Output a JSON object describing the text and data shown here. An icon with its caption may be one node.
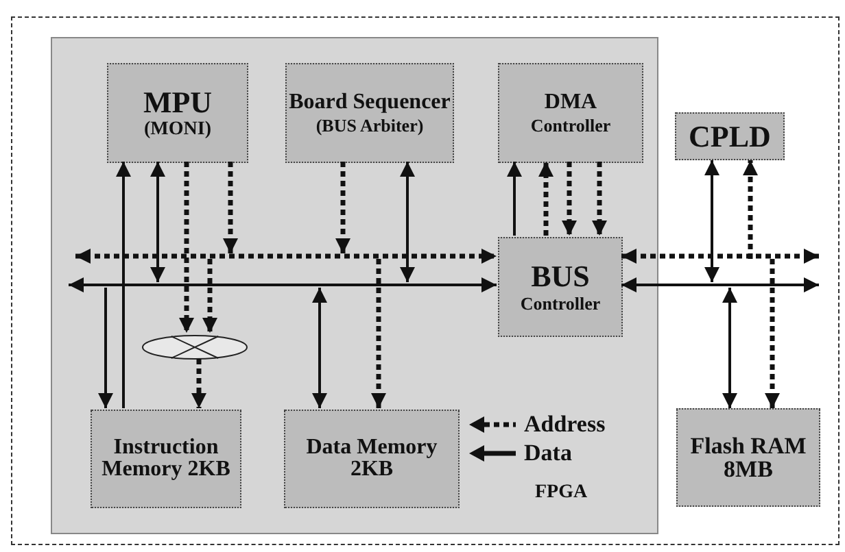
{
  "diagram": {
    "nodes": [
      {
        "text": [
          "FPGA"
        ]
      },
      {
        "text": [
          "MPU",
          "(MONI)"
        ],
        "in": 0
      },
      {
        "text": [
          "Board Sequencer",
          "(BUS Arbiter)"
        ],
        "in": 0
      },
      {
        "text": [
          "DMA",
          "Controller"
        ],
        "in": 0
      },
      {
        "text": [
          "BUS",
          "Controller"
        ],
        "in": 0
      },
      {
        "text": [
          "Instruction Memory 2KB"
        ],
        "in": 0
      },
      {
        "text": [
          "Data Memory 2KB"
        ],
        "in": 0
      },
      {
        "text": [],
        "shape": "ellipse",
        "in": 0
      },
      {
        "text": [
          "CPLD"
        ]
      },
      {
        "text": [
          "Flash RAM 8MB"
        ]
      }
    ],
    "edges": [
      {
        "from": null,
        "to": 4,
        "arrow": "both",
        "style": "dashed"
      },
      {
        "from": null,
        "to": 4,
        "arrow": "both"
      },
      {
        "from": 4,
        "to": null,
        "arrow": "both",
        "style": "dashed"
      },
      {
        "from": 4,
        "to": null,
        "arrow": "both"
      },
      {
        "from": 5,
        "to": 1,
        "arrow": "to"
      },
      {
        "from": 1,
        "to": null,
        "arrow": "both"
      },
      {
        "from": 1,
        "to": 7,
        "arrow": "to",
        "style": "dashed"
      },
      {
        "from": 1,
        "to": null,
        "arrow": "to",
        "style": "dashed"
      },
      {
        "from": null,
        "to": 7,
        "arrow": "to",
        "style": "dashed"
      },
      {
        "from": 7,
        "to": 5,
        "arrow": "to",
        "style": "dashed"
      },
      {
        "from": null,
        "to": 5,
        "arrow": "to"
      },
      {
        "from": 2,
        "to": null,
        "arrow": "to",
        "style": "dashed"
      },
      {
        "from": 2,
        "to": null,
        "arrow": "both"
      },
      {
        "from": null,
        "to": 6,
        "arrow": "both"
      },
      {
        "from": null,
        "to": 6,
        "arrow": "to",
        "style": "dashed"
      },
      {
        "from": 4,
        "to": 3,
        "arrow": "to"
      },
      {
        "from": 4,
        "to": 3,
        "arrow": "to",
        "style": "dashed"
      },
      {
        "from": 3,
        "to": 4,
        "arrow": "to",
        "style": "dashed"
      },
      {
        "from": 3,
        "to": 4,
        "arrow": "to",
        "style": "dashed"
      },
      {
        "from": 8,
        "to": null,
        "arrow": "both"
      },
      {
        "from": null,
        "to": 8,
        "arrow": "to",
        "style": "dashed"
      },
      {
        "from": null,
        "to": 9,
        "arrow": "both"
      },
      {
        "from": null,
        "to": 9,
        "arrow": "to",
        "style": "dashed"
      }
    ],
    "legend": [
      {
        "text": "Address"
      },
      {
        "text": "Data"
      }
    ]
  }
}
